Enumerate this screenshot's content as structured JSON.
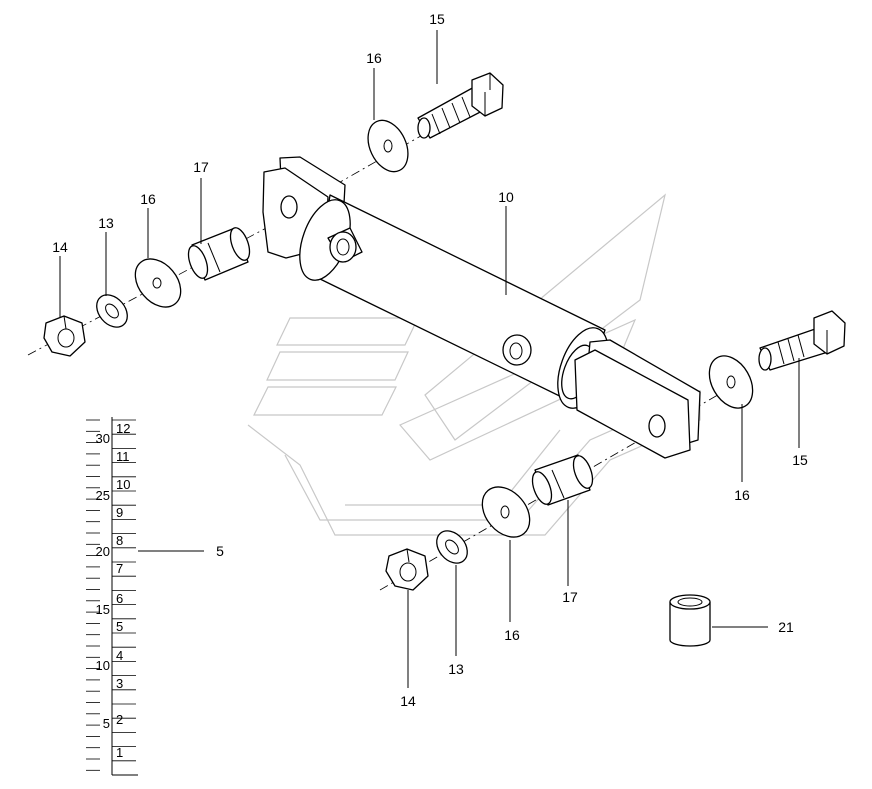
{
  "callouts": [
    {
      "id": "c15a",
      "text": "15"
    },
    {
      "id": "c16a",
      "text": "16"
    },
    {
      "id": "c17a",
      "text": "17"
    },
    {
      "id": "c16b",
      "text": "16"
    },
    {
      "id": "c13a",
      "text": "13"
    },
    {
      "id": "c14a",
      "text": "14"
    },
    {
      "id": "c10",
      "text": "10"
    },
    {
      "id": "c16c",
      "text": "16"
    },
    {
      "id": "c15b",
      "text": "15"
    },
    {
      "id": "c5",
      "text": "5"
    },
    {
      "id": "c17b",
      "text": "17"
    },
    {
      "id": "c16d",
      "text": "16"
    },
    {
      "id": "c13b",
      "text": "13"
    },
    {
      "id": "c14b",
      "text": "14"
    },
    {
      "id": "c21",
      "text": "21"
    }
  ],
  "ruler": {
    "left_labels": [
      "30",
      "25",
      "20",
      "15",
      "10",
      "5"
    ],
    "right_labels": [
      "12",
      "11",
      "10",
      "9",
      "8",
      "7",
      "6",
      "5",
      "4",
      "3",
      "2",
      "1"
    ]
  }
}
